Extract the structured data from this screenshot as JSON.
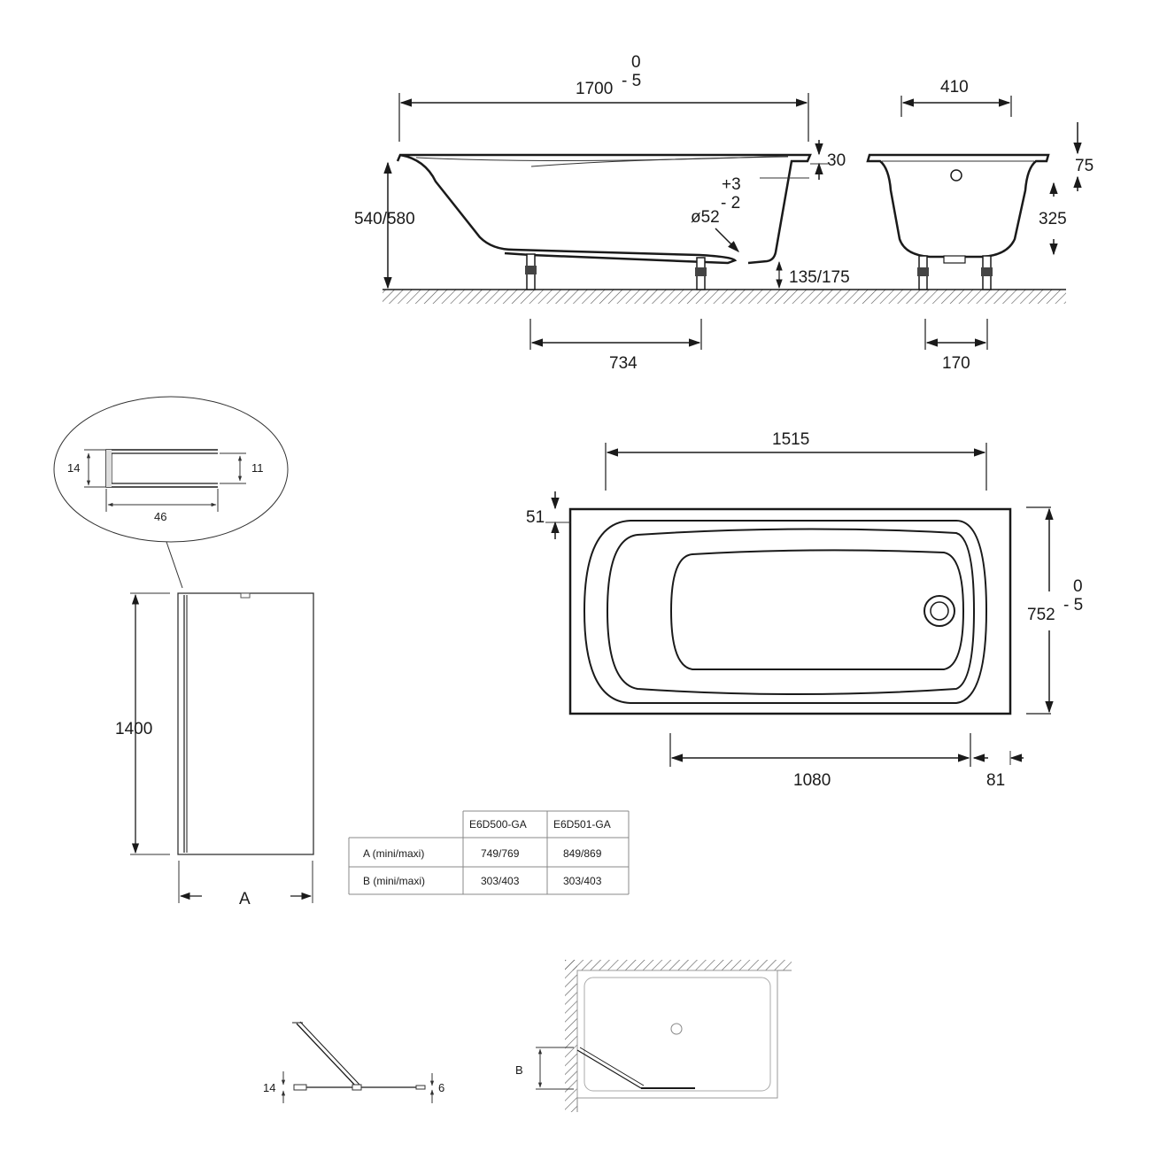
{
  "side_view": {
    "length": "1700",
    "length_tol_top": "0",
    "length_tol_bottom": "- 5",
    "height": "540/580",
    "rim": "30",
    "drain_tol_top": "+3",
    "drain_tol_bottom": "- 2",
    "drain_dia": "ø52",
    "clearance": "135/175",
    "leg_spacing": "734"
  },
  "end_view": {
    "width": "410",
    "top": "75",
    "depth": "325",
    "leg_spacing": "170"
  },
  "plan_view": {
    "inner_length": "1515",
    "edge": "51",
    "width": "752",
    "width_tol_top": "0",
    "width_tol_bottom": "- 5",
    "bottom_length": "1080",
    "drain_offset": "81"
  },
  "profile_detail": {
    "outer": "14",
    "inner": "11",
    "length": "46"
  },
  "screen": {
    "height": "1400",
    "width_label": "A"
  },
  "table": {
    "headers": [
      "",
      "E6D500-GA",
      "E6D501-GA"
    ],
    "rows": [
      [
        "A (mini/maxi)",
        "749/769",
        "849/869"
      ],
      [
        "B (mini/maxi)",
        "303/403",
        "303/403"
      ]
    ]
  },
  "hinge_detail": {
    "left": "14",
    "right": "6"
  },
  "install_plan": {
    "label": "B"
  }
}
